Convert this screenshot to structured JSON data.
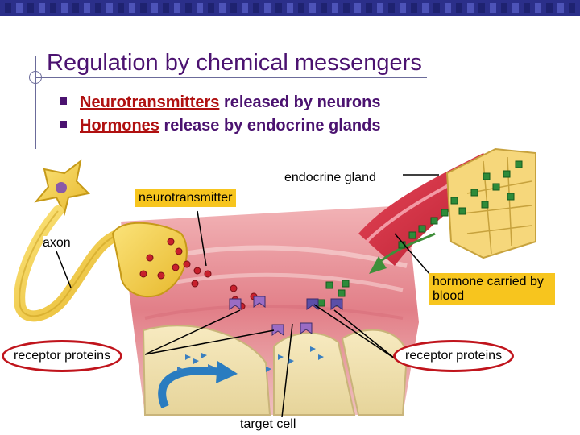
{
  "slide": {
    "title": "Regulation by chemical messengers",
    "bullets": [
      {
        "keyword": "Neurotransmitters",
        "rest": " released by neurons"
      },
      {
        "keyword": "Hormones",
        "rest": " release by endocrine glands"
      }
    ]
  },
  "labels": {
    "endocrine_gland": "endocrine gland",
    "neurotransmitter": "neurotransmitter",
    "axon": "axon",
    "hormone_carried": "hormone carried by blood",
    "receptor_left": "receptor proteins",
    "receptor_right": "receptor proteins",
    "target_cell": "target cell"
  },
  "colors": {
    "title": "#4b1270",
    "keyword": "#b01010",
    "label_highlight": "#f7c51e",
    "oval_border": "#c0141c",
    "topbar": "#2b2f8a"
  }
}
